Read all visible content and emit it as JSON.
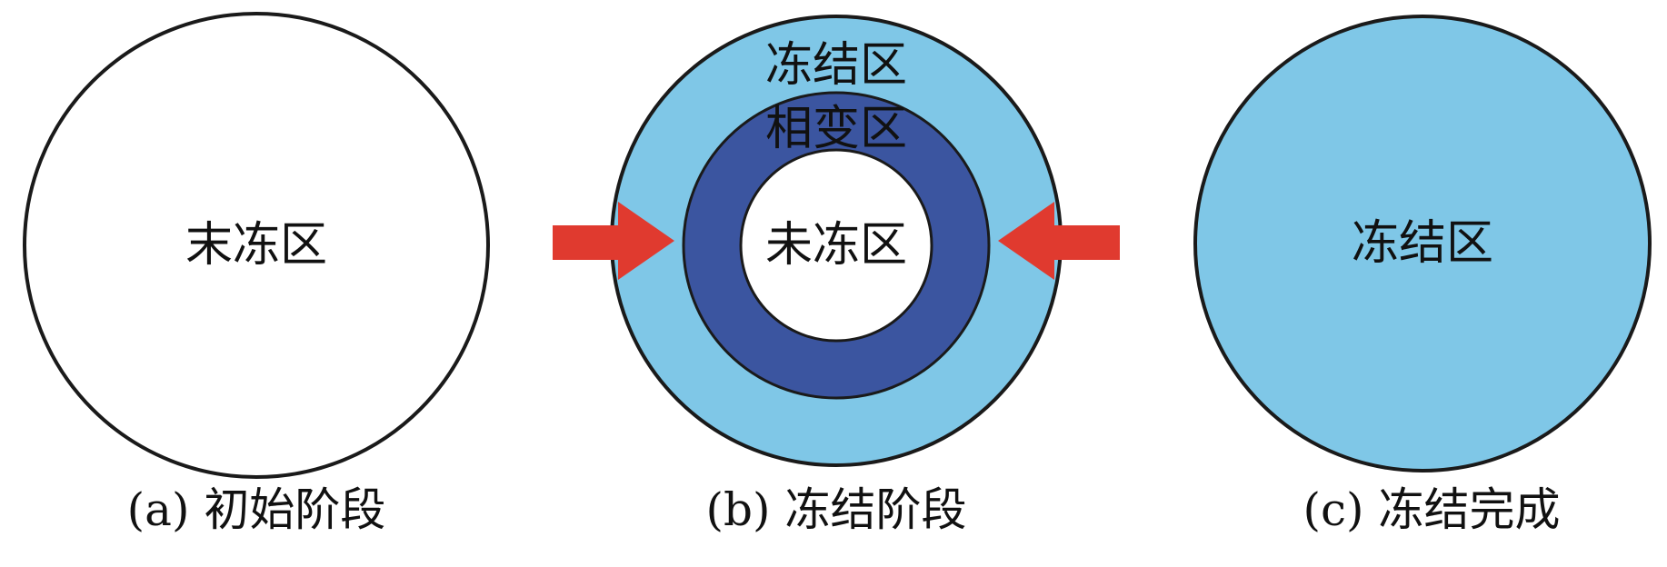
{
  "colors": {
    "outline": "#1a1a1a",
    "unfrozen": "#ffffff",
    "frozen": "#7fc7e7",
    "phase_change": "#3b55a0",
    "arrow": "#e03a2f",
    "text": "#111111"
  },
  "stage_a": {
    "region_label": "末冻区",
    "caption": "(a) 初始阶段"
  },
  "stage_b": {
    "frozen_label": "冻结区",
    "phase_label": "相变区",
    "unfrozen_label": "未冻区",
    "caption": "(b) 冻结阶段",
    "arrows": [
      "arrow-left",
      "arrow-right"
    ]
  },
  "stage_c": {
    "region_label": "冻结区",
    "caption": "(c) 冻结完成"
  }
}
